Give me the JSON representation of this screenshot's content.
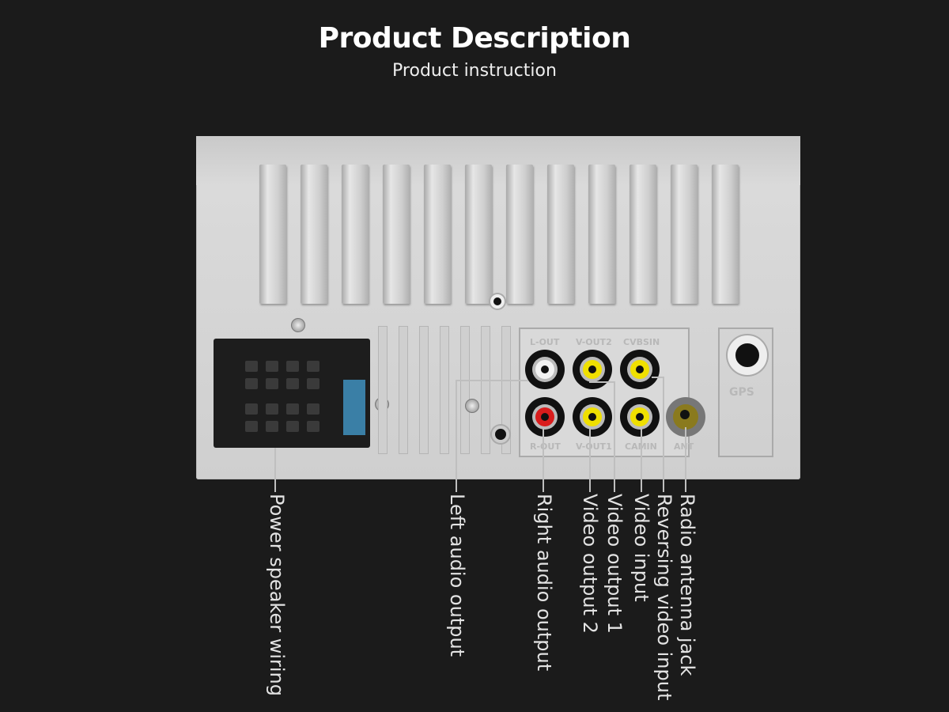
{
  "header": {
    "title": "Product Description",
    "subtitle": "Product instruction"
  },
  "device_markings": {
    "l_out": "L-OUT",
    "v_out2_top": "V-OUT2",
    "cvbs_in": "CVBSIN",
    "r_out": "R-OUT",
    "v_out_bottom": "V-OUT1",
    "cam_in": "CAMIN",
    "ant": "ANT",
    "gps": "GPS"
  },
  "callouts": [
    "Power speaker wiring",
    "Left audio output",
    "Right audio output",
    "Video output 2",
    "Video output 1",
    "Video input",
    "Reversing video input",
    "Radio antenna jack"
  ],
  "colors": {
    "background": "#1b1b1b",
    "white_jack": "#f2f2f2",
    "red_jack": "#d91c1c",
    "yellow_jack": "#f0e000",
    "antenna": "#8a7a1e"
  }
}
